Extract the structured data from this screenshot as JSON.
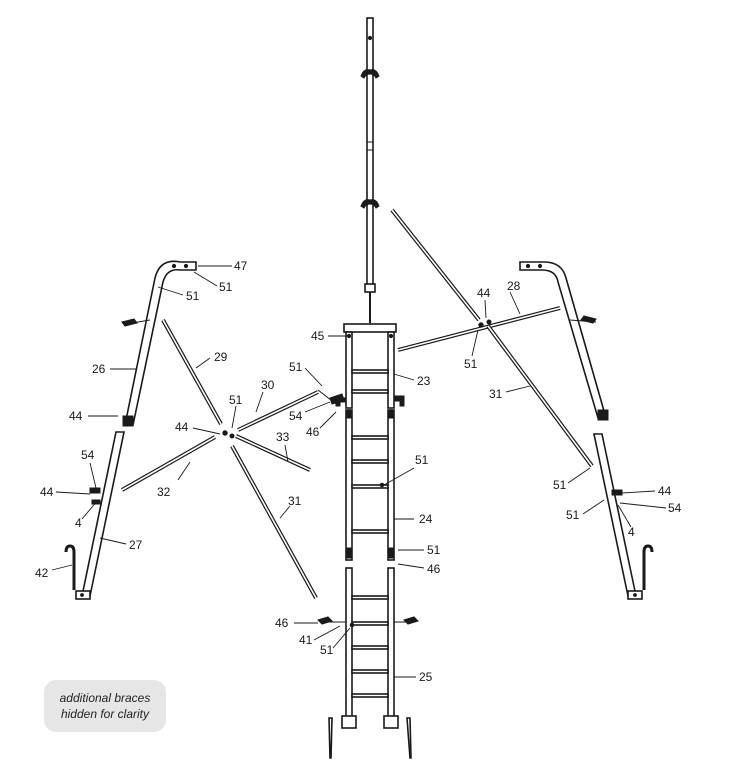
{
  "note": {
    "line1": "additional braces",
    "line2": "hidden for clarity"
  },
  "callouts": [
    {
      "id": "c47a",
      "text": "47"
    },
    {
      "id": "c51a",
      "text": "51"
    },
    {
      "id": "c51b",
      "text": "51"
    },
    {
      "id": "c26",
      "text": "26"
    },
    {
      "id": "c29",
      "text": "29"
    },
    {
      "id": "c44a",
      "text": "44"
    },
    {
      "id": "c54a",
      "text": "54"
    },
    {
      "id": "c44b",
      "text": "44"
    },
    {
      "id": "c4a",
      "text": "4"
    },
    {
      "id": "c27",
      "text": "27"
    },
    {
      "id": "c42",
      "text": "42"
    },
    {
      "id": "c44c",
      "text": "44"
    },
    {
      "id": "c51c",
      "text": "51"
    },
    {
      "id": "c32",
      "text": "32"
    },
    {
      "id": "c30",
      "text": "30"
    },
    {
      "id": "c33",
      "text": "33"
    },
    {
      "id": "c31a",
      "text": "31"
    },
    {
      "id": "c51d",
      "text": "51"
    },
    {
      "id": "c54b",
      "text": "54"
    },
    {
      "id": "c46a",
      "text": "46"
    },
    {
      "id": "c45",
      "text": "45"
    },
    {
      "id": "c23",
      "text": "23"
    },
    {
      "id": "c51e",
      "text": "51"
    },
    {
      "id": "c24",
      "text": "24"
    },
    {
      "id": "c51f",
      "text": "51"
    },
    {
      "id": "c46b",
      "text": "46"
    },
    {
      "id": "c46c",
      "text": "46"
    },
    {
      "id": "c41",
      "text": "41"
    },
    {
      "id": "c51g",
      "text": "51"
    },
    {
      "id": "c25",
      "text": "25"
    },
    {
      "id": "c44d",
      "text": "44"
    },
    {
      "id": "c28",
      "text": "28"
    },
    {
      "id": "c51h",
      "text": "51"
    },
    {
      "id": "c31b",
      "text": "31"
    },
    {
      "id": "c51i",
      "text": "51"
    },
    {
      "id": "c44e",
      "text": "44"
    },
    {
      "id": "c51j",
      "text": "51"
    },
    {
      "id": "c54c",
      "text": "54"
    },
    {
      "id": "c4b",
      "text": "4"
    }
  ]
}
